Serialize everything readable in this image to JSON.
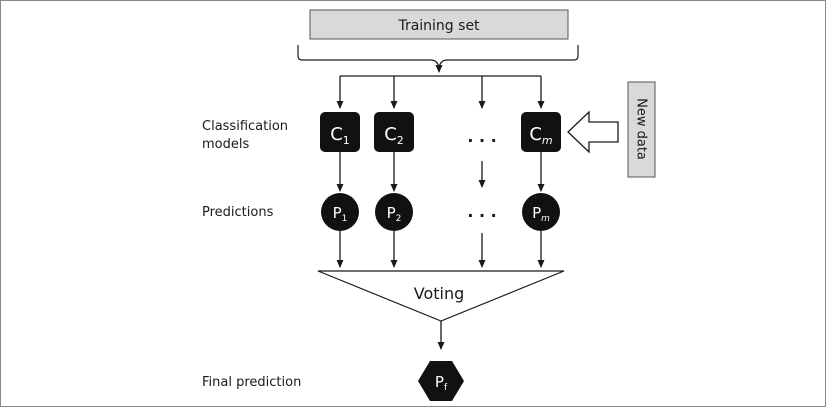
{
  "training_set": {
    "label": "Training set"
  },
  "row_labels": {
    "classification": [
      "Classification",
      "models"
    ],
    "predictions": "Predictions",
    "final": "Final prediction"
  },
  "classifiers": [
    {
      "letter": "C",
      "sub": "1"
    },
    {
      "letter": "C",
      "sub": "2"
    },
    {
      "letter": "C",
      "sub": "m",
      "sub_italic": true
    }
  ],
  "predictions": [
    {
      "letter": "P",
      "sub": "1"
    },
    {
      "letter": "P",
      "sub": "2"
    },
    {
      "letter": "P",
      "sub": "m",
      "sub_italic": true
    }
  ],
  "ellipsis": "· · ·",
  "new_data": {
    "label": "New data"
  },
  "voting": {
    "label": "Voting"
  },
  "final_prediction": {
    "letter": "P",
    "sub": "f"
  },
  "colors": {
    "box_gray": "#d9d9d9",
    "node_black": "#111111",
    "line": "#1a1a1a",
    "frame": "#8a8a8a"
  }
}
